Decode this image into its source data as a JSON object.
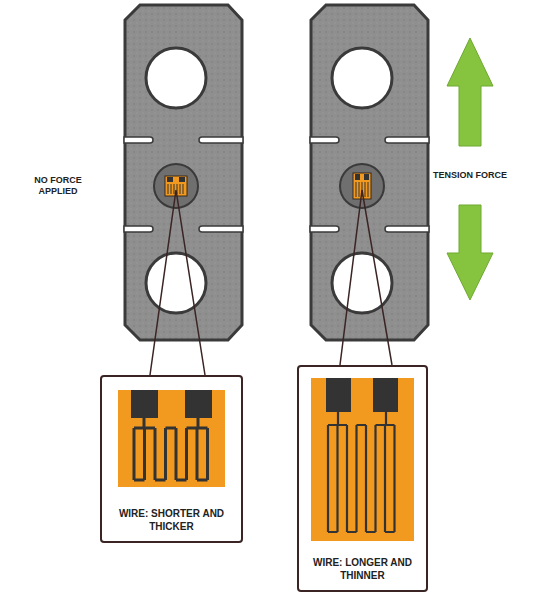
{
  "diagram": {
    "nodes": [
      {
        "text": [
          "WIRE: SHORTER AND THICKER"
        ]
      },
      {
        "text": [
          "WIRE: LONGER AND THINNER"
        ]
      }
    ],
    "labels": [
      "NO FORCE APPLIED",
      "TENSION FORCE"
    ]
  }
}
